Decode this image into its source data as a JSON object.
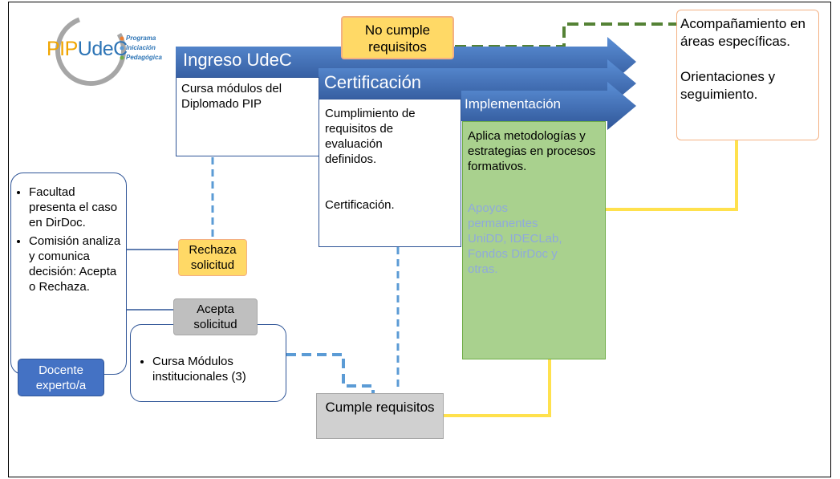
{
  "logo": {
    "prefix": "PIP",
    "name": "UdeC",
    "lines": [
      "Programa",
      "Iniciación",
      "Pedagógica"
    ],
    "colors": {
      "pip": "#F0A500",
      "udec": "#2E75B6",
      "ring": "#A6A6A6"
    }
  },
  "stages": {
    "ingreso": {
      "title": "Ingreso UdeC",
      "body": "Cursa módulos del Diplomado PIP"
    },
    "certificacion": {
      "title": "Certificación",
      "body": "Cumplimiento de requisitos de evaluación definidos.",
      "body2": "Certificación."
    },
    "implementacion": {
      "title": "Implementación",
      "body": "Aplica metodologías y estrategias en procesos formativos.",
      "apoyos": "Apoyos permanentes UniDD, IDECLab, Fondos DirDoc y otras."
    }
  },
  "no_cumple": "No cumple requisitos",
  "acompanamiento": {
    "line1": "Acompañamiento en áreas específicas.",
    "line2": "Orientaciones y seguimiento."
  },
  "facultad": {
    "items": [
      "Facultad presenta el caso en DirDoc.",
      "Comisión analiza y comunica decisión: Acepta o Rechaza."
    ],
    "docente": "Docente experto/a"
  },
  "rechaza": "Rechaza solicitud",
  "acepta": "Acepta solicitud",
  "modulos": "Cursa Módulos institucionales (3)",
  "cumple": "Cumple requisitos",
  "colors": {
    "arrow_blue": "#4472C4",
    "arrow_dark": "#2F5597",
    "green": "#A9D18E",
    "orange_fill": "#FFD966",
    "orange_border": "#F4B183",
    "gray": "#C9C9C9",
    "dash_green": "#548235",
    "dash_blue": "#5B9BD5",
    "yellow_line": "#FFE14D"
  }
}
